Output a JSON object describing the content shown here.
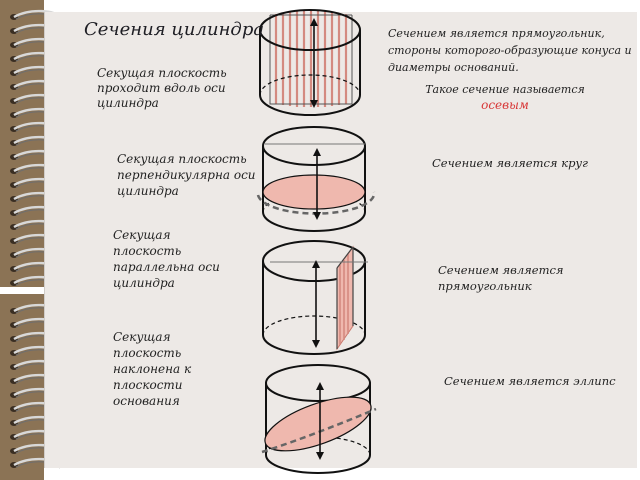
{
  "title": "Сечения цилиндра",
  "cases": [
    {
      "condition": "Секущая плоскость проходит вдоль оси цилиндра",
      "result": "Сечением является прямоугольник, стороны которого-образующие конуса и диаметры оснований.",
      "note": "Такое сечение называется",
      "note_highlight": "осевым"
    },
    {
      "condition": "Секущая плоскость перпендикулярна оси цилиндра",
      "result": "Сечением является круг"
    },
    {
      "condition": "Секущая плоскость параллельна оси цилиндра",
      "result": "Сечением является прямоугольник"
    },
    {
      "condition": "Секущая плоскость наклонена к плоскости основания",
      "result": "Сечением является эллипс"
    }
  ],
  "colors": {
    "section_fill": "#efb8ae",
    "section_stroke": "#c9786c",
    "highlight": "#d83838",
    "spine": "#8b7355"
  }
}
